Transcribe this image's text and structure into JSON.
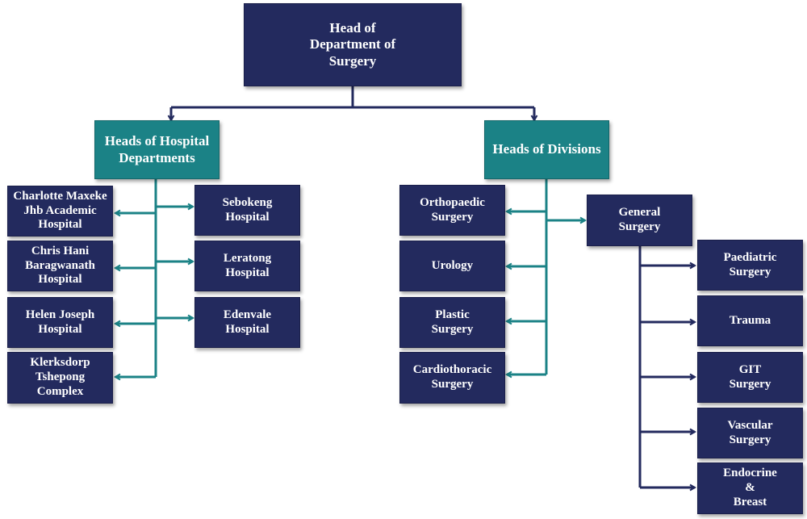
{
  "chart": {
    "root": {
      "label": "Head of\nDepartment of\nSurgery"
    },
    "hospital_departments": {
      "label": "Heads of Hospital\nDepartments",
      "hospitals_left": [
        {
          "label": "Charlotte Maxeke\nJhb Academic\nHospital"
        },
        {
          "label": "Chris Hani\nBaragwanath\nHospital"
        },
        {
          "label": "Helen Joseph\nHospital"
        },
        {
          "label": "Klerksdorp\nTshepong\nComplex"
        }
      ],
      "hospitals_right": [
        {
          "label": "Sebokeng\nHospital"
        },
        {
          "label": "Leratong\nHospital"
        },
        {
          "label": "Edenvale\nHospital"
        }
      ]
    },
    "divisions": {
      "label": "Heads of Divisions",
      "items": [
        {
          "label": "Orthopaedic\nSurgery"
        },
        {
          "label": "Urology"
        },
        {
          "label": "Plastic\nSurgery"
        },
        {
          "label": "Cardiothoracic\nSurgery"
        }
      ],
      "general_surgery": {
        "label": "General\nSurgery",
        "units": [
          {
            "label": "Paediatric\nSurgery"
          },
          {
            "label": "Trauma"
          },
          {
            "label": "GIT\nSurgery"
          },
          {
            "label": "Vascular\nSurgery"
          },
          {
            "label": "Endocrine\n&\nBreast"
          }
        ]
      }
    },
    "colors": {
      "navy": "#232a5e",
      "teal": "#1b8286",
      "navy_line": "#232a5e",
      "teal_line": "#1b8286"
    }
  }
}
